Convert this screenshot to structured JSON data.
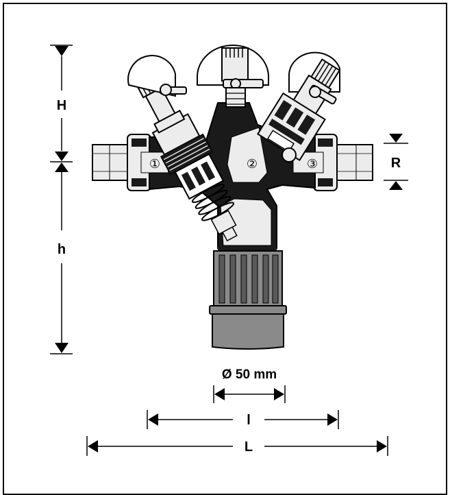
{
  "diagram": {
    "dimension_labels": {
      "height_upper": "H",
      "height_lower": "h",
      "connection": "R",
      "length_inner": "l",
      "length_total": "L",
      "diameter": "Ø 50 mm"
    },
    "chamber_numbers": [
      "①",
      "②",
      "③"
    ],
    "colors": {
      "body": "#1a1a1a",
      "metal": "#ececec",
      "filter_cap": "#8a8a8a",
      "line": "#000000"
    }
  }
}
